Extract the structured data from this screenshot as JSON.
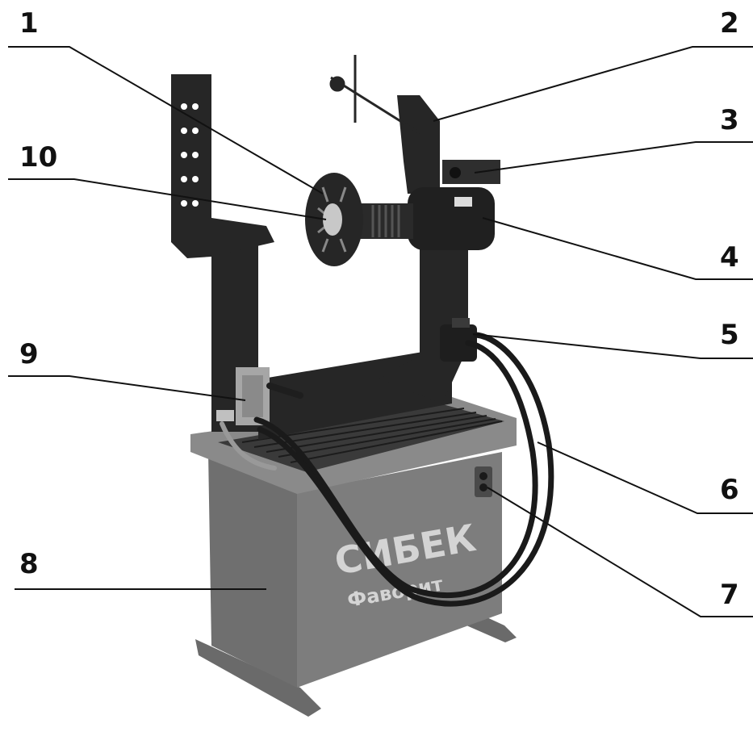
{
  "callouts": [
    {
      "num": "1"
    },
    {
      "num": "2"
    },
    {
      "num": "3"
    },
    {
      "num": "4"
    },
    {
      "num": "5"
    },
    {
      "num": "6"
    },
    {
      "num": "7"
    },
    {
      "num": "8"
    },
    {
      "num": "9"
    },
    {
      "num": "10"
    }
  ],
  "branding": {
    "logo_text": "СИБЕК",
    "model_text": "Фаворит"
  },
  "colors": {
    "frame": "#262626",
    "cabinet": "#7b7b7b",
    "cabinet_dark": "#5e5e5e",
    "hose": "#1a1a1a",
    "chrome": "#c8c8c8"
  }
}
